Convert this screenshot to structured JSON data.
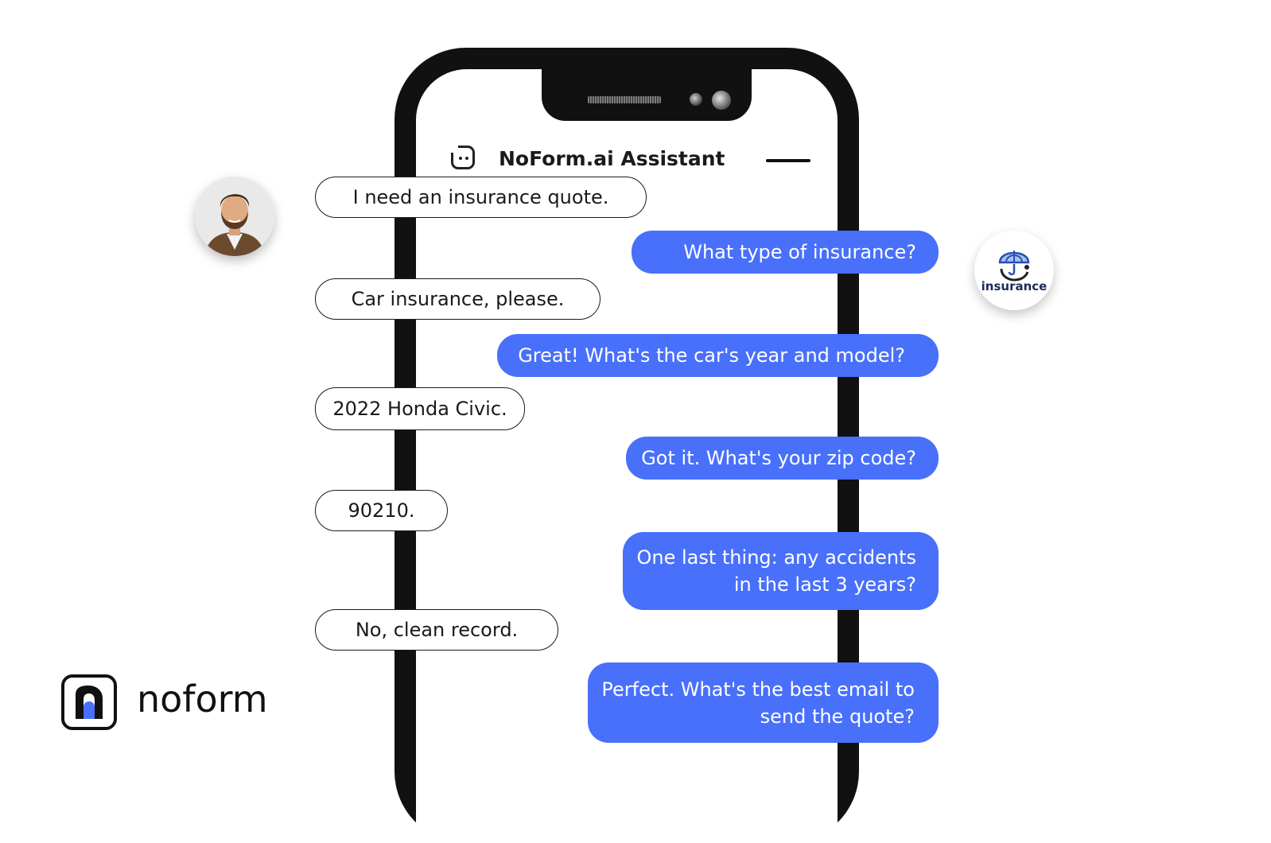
{
  "header": {
    "title": "NoForm.ai Assistant"
  },
  "conversation": [
    {
      "role": "user",
      "text": "I need an insurance quote."
    },
    {
      "role": "bot",
      "lines": [
        "What type of insurance?"
      ]
    },
    {
      "role": "user",
      "text": "Car insurance, please."
    },
    {
      "role": "bot",
      "lines": [
        "Great! What's the car's year and model?"
      ]
    },
    {
      "role": "user",
      "text": "2022 Honda Civic."
    },
    {
      "role": "bot",
      "lines": [
        "Got it. What's your zip code?"
      ]
    },
    {
      "role": "user",
      "text": "90210."
    },
    {
      "role": "bot",
      "lines": [
        "One last thing: any accidents",
        "in the last 3 years?"
      ]
    },
    {
      "role": "user",
      "text": "No, clean record."
    },
    {
      "role": "bot",
      "lines": [
        "Perfect. What's the best email to",
        "send the quote?"
      ]
    }
  ],
  "insurance_badge": {
    "label": "insurance"
  },
  "brand": {
    "name": "noform"
  },
  "colors": {
    "bot_bubble": "#4870fb",
    "user_border": "#1a1a1a",
    "phone": "#111111"
  },
  "icons": {
    "bot": "chat-bot-icon",
    "minimize": "minimize-icon",
    "umbrella": "umbrella-icon"
  }
}
